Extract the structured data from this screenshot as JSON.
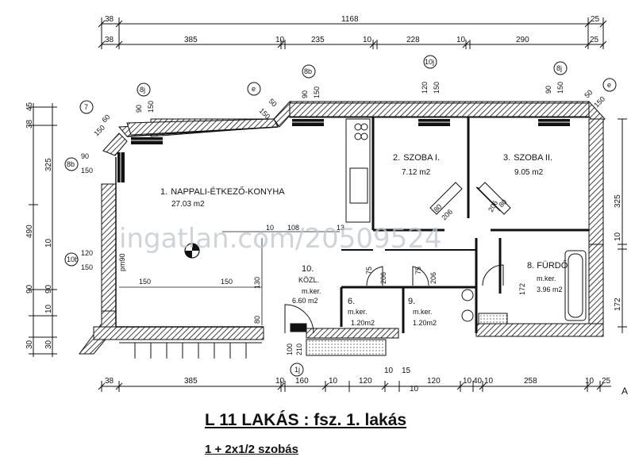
{
  "dims_top_total": {
    "left": "38",
    "total": "1168",
    "right": "25"
  },
  "dims_top_parts": [
    "38",
    "385",
    "10",
    "235",
    "10",
    "228",
    "10",
    "290",
    "25"
  ],
  "dims_bottom": [
    "38",
    "385",
    "10",
    "160",
    "10",
    "120",
    "10",
    "15",
    "10",
    "120",
    "10",
    "40",
    "10",
    "258",
    "10",
    "25"
  ],
  "dims_left": [
    "38",
    "45",
    "325",
    "490",
    "10",
    "90",
    "90",
    "10",
    "30",
    "30"
  ],
  "dims_right": [
    "325",
    "10",
    "172"
  ],
  "window_tags": [
    "7",
    "8j",
    "e",
    "8b",
    "10j",
    "8j",
    "e",
    "8b",
    "10b",
    "1j"
  ],
  "window_dims": [
    "60",
    "150",
    "90",
    "150",
    "50",
    "150",
    "90",
    "150",
    "120",
    "150",
    "90",
    "150",
    "50",
    "150",
    "90",
    "150",
    "120",
    "150"
  ],
  "inner_dims": [
    "150",
    "150",
    "130",
    "80",
    "pm90",
    "108",
    "10",
    "13",
    "75",
    "206",
    "75",
    "206",
    "100",
    "210",
    "206",
    "206",
    "80",
    "80",
    "172"
  ],
  "rooms": {
    "r1_number": "1.",
    "r1_name": "NAPPALI-ÉTKEZŐ-KONYHA",
    "r1_area": "27.03 m2",
    "r2_number": "2.",
    "r2_name": "SZOBA I.",
    "r2_area": "7.12 m2",
    "r3_number": "3.",
    "r3_name": "SZOBA II.",
    "r3_area": "9.05 m2",
    "r10_number": "10.",
    "r10_name": "KÖZL.",
    "r10_sub": "m.ker.",
    "r10_area": "6.60 m2",
    "r6_number": "6.",
    "r6_name": "m.ker.",
    "r6_area": "1.20m2",
    "r9_number": "9.",
    "r9_name": "m.ker.",
    "r9_area": "1.20m2",
    "r8_number": "8.",
    "r8_name": "FÜRDŐ",
    "r8_sub": "m.ker.",
    "r8_area": "3.96 m2"
  },
  "watermark": "ingatlan.com/20509524",
  "title": "L 11 LAKÁS : fsz. 1. lakás",
  "subtitle": "1 + 2x1/2 szobás",
  "corner_mark": "A"
}
